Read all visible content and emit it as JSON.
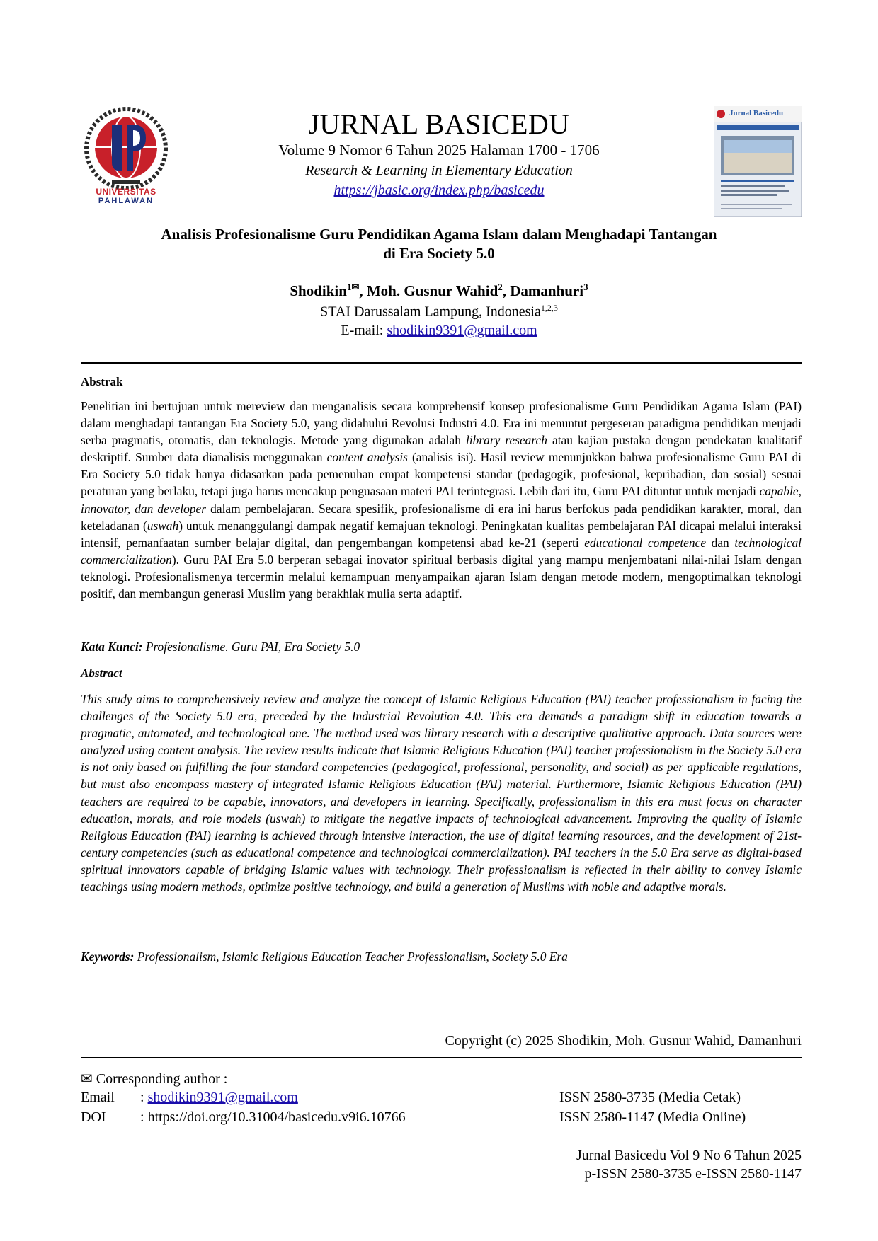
{
  "header": {
    "logo_text_1": "UNIVERSITAS",
    "logo_text_2": "PAHLAWAN",
    "journal_title": "JURNAL BASICEDU",
    "volume_line": "Volume 9 Nomor 6 Tahun 2025 Halaman 1700 - 1706",
    "subtitle": "Research & Learning in Elementary Education",
    "url": "https://jbasic.org/index.php/basicedu",
    "cover_title": "Jurnal Basicedu"
  },
  "paper": {
    "title_line1": "Analisis Profesionalisme Guru Pendidikan Agama Islam dalam Menghadapi Tantangan",
    "title_line2": "di Era Society 5.0",
    "author1": "Shodikin",
    "author1_sup": "1",
    "author2": ", Moh. Gusnur Wahid",
    "author2_sup": "2",
    "author3": ", Damanhuri",
    "author3_sup": "3",
    "affiliation": "STAI Darussalam Lampung, Indonesia",
    "affiliation_sup": "1,2,3",
    "email_label": "E-mail: ",
    "email": "shodikin9391@gmail.com"
  },
  "abstrak": {
    "heading": "Abstrak",
    "p1": "Penelitian ini bertujuan untuk mereview dan menganalisis secara komprehensif konsep profesionalisme Guru Pendidikan Agama Islam (PAI) dalam menghadapi tantangan Era Society 5.0, yang didahului Revolusi Industri 4.0. Era ini menuntut pergeseran paradigma pendidikan menjadi serba pragmatis, otomatis, dan teknologis. Metode yang digunakan adalah ",
    "i1": "library research",
    "p2": " atau kajian pustaka dengan pendekatan kualitatif deskriptif. Sumber data dianalisis menggunakan ",
    "i2": "content analysis",
    "p3": " (analisis isi). Hasil review menunjukkan bahwa profesionalisme Guru PAI di Era Society 5.0 tidak hanya didasarkan pada pemenuhan empat kompetensi standar (pedagogik, profesional, kepribadian, dan sosial) sesuai peraturan yang berlaku, tetapi juga harus mencakup penguasaan materi PAI terintegrasi. Lebih dari itu, Guru PAI dituntut untuk menjadi ",
    "i3": "capable, innovator, dan developer",
    "p4": " dalam pembelajaran. Secara spesifik, profesionalisme di era ini harus berfokus pada pendidikan karakter, moral, dan keteladanan (",
    "i4": "uswah",
    "p5": ") untuk menanggulangi dampak negatif kemajuan teknologi. Peningkatan kualitas pembelajaran PAI dicapai melalui interaksi intensif, pemanfaatan sumber belajar digital, dan pengembangan kompetensi abad ke-21 (seperti ",
    "i5": "educational competence",
    "p6": " dan ",
    "i6": "technological commercialization",
    "p7": "). Guru PAI Era 5.0 berperan sebagai inovator spiritual berbasis digital yang mampu menjembatani nilai-nilai Islam dengan teknologi. Profesionalismenya tercermin melalui kemampuan menyampaikan ajaran Islam dengan metode modern, mengoptimalkan teknologi positif, dan membangun generasi Muslim yang berakhlak mulia serta adaptif.",
    "kw_label": "Kata Kunci:",
    "kw_text": " Profesionalisme. Guru PAI, Era Society 5.0"
  },
  "abstract": {
    "heading": "Abstract",
    "text": "This study aims to comprehensively review and analyze the concept of Islamic Religious Education (PAI) teacher professionalism in facing the challenges of the Society 5.0 era, preceded by the Industrial Revolution 4.0. This era demands a paradigm shift in education towards a pragmatic, automated, and technological one. The method used was library research with a descriptive qualitative approach. Data sources were analyzed using content analysis. The review results indicate that Islamic Religious Education (PAI) teacher professionalism in the Society 5.0 era is not only based on fulfilling the four standard competencies (pedagogical, professional, personality, and social) as per applicable regulations, but must also encompass mastery of integrated Islamic Religious Education (PAI) material. Furthermore, Islamic Religious Education (PAI) teachers are required to be capable, innovators, and developers in learning. Specifically, professionalism in this era must focus on character education, morals, and role models (uswah) to mitigate the negative impacts of technological advancement. Improving the quality of Islamic Religious Education (PAI) learning is achieved through intensive interaction, the use of digital learning resources, and the development of 21st-century competencies (such as educational competence and technological commercialization). PAI teachers in the 5.0 Era serve as digital-based spiritual innovators capable of bridging Islamic values with technology. Their professionalism is reflected in their ability to convey Islamic teachings using modern methods, optimize positive technology, and build a generation of Muslims with noble and adaptive morals.",
    "kw_label": "Keywords:",
    "kw_text": " Professionalism, Islamic Religious Education Teacher Professionalism, Society 5.0 Era"
  },
  "footer": {
    "copyright": "Copyright (c) 2025 Shodikin, Moh. Gusnur Wahid, Damanhuri",
    "corr_label": "Corresponding author :",
    "email_label": "Email",
    "email_value": "shodikin9391@gmail.com",
    "doi_label": "DOI",
    "doi_value": "https://doi.org/10.31004/basicedu.v9i6.10766",
    "colon": ": ",
    "issn_print": "ISSN 2580-3735 (Media Cetak)",
    "issn_online": "ISSN 2580-1147 (Media Online)",
    "journal_line": "Jurnal Basicedu Vol 9 No 6 Tahun 2025",
    "issn_line": "p-ISSN 2580-3735 e-ISSN 2580-1147"
  },
  "colors": {
    "link": "#1a0dab",
    "logo_red": "#c8202a",
    "logo_blue": "#1c2f7a"
  }
}
